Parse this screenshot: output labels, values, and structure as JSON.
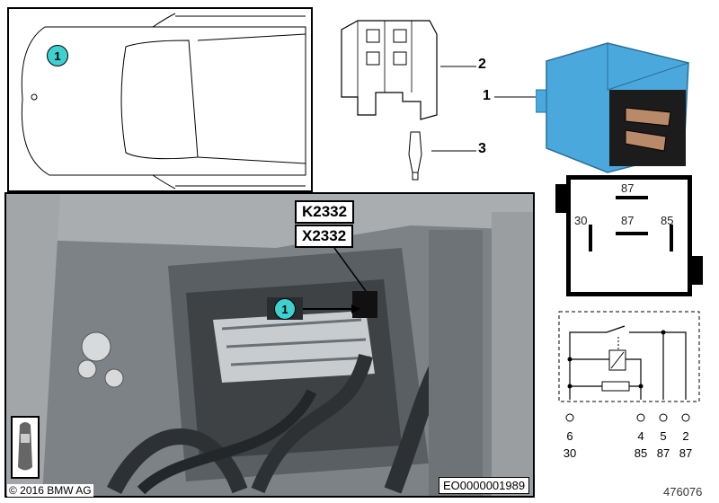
{
  "callouts": {
    "relay": "1",
    "connector_housing": "2",
    "terminal": "3",
    "car_location_badge": "1",
    "photo_location_badge": "1"
  },
  "photo_tags": {
    "relay_code": "K2332",
    "connector_code": "X2332"
  },
  "relay_symbol": {
    "pin_top": "87",
    "pin_left": "30",
    "pin_mid": "87",
    "pin_right": "85"
  },
  "circuit_pins": [
    {
      "pin": "6",
      "terminal": "30"
    },
    {
      "pin": "4",
      "terminal": "85"
    },
    {
      "pin": "5",
      "terminal": "87"
    },
    {
      "pin": "2",
      "terminal": "87"
    }
  ],
  "footer": {
    "copyright": "© 2016 BMW AG",
    "figure_code": "EO0000001989",
    "image_number": "476076"
  },
  "colors": {
    "relay_blue": "#4aa8dc",
    "badge_cyan": "#3fd0d0"
  }
}
